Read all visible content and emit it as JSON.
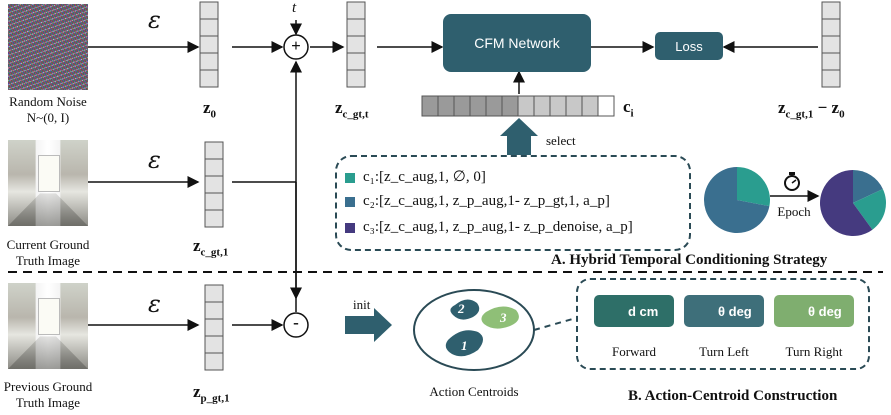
{
  "inputs": {
    "noise_caption_1": "Random Noise",
    "noise_caption_2": "N~(0, I)",
    "current_caption_1": "Current Ground",
    "current_caption_2": "Truth Image",
    "previous_caption_1": "Previous Ground",
    "previous_caption_2": "Truth Image"
  },
  "symbols": {
    "encoder": "ε",
    "z0_main": "z",
    "z0_sub": "0",
    "zcgt_main": "z",
    "zcgt_sub": "c_gt,1",
    "zpgt_main": "z",
    "zpgt_sub": "p_gt,1",
    "zt_main": "z",
    "zt_sub": "c_gt,t",
    "target_main": "z",
    "target_sub": "c_gt,1",
    "target_tail": " − z",
    "target_tail_sub": "0",
    "t_label": "t",
    "plus": "+",
    "minus": "-",
    "ci_main": "c",
    "ci_sub": "i",
    "select_label": "select",
    "init_label": "init"
  },
  "network": {
    "cfm_label": "CFM Network",
    "loss_label": "Loss"
  },
  "conditions": [
    {
      "label": "c₁:[z_c_aug,1, ∅, 0]",
      "color": "#2a9d8f"
    },
    {
      "label": "c₂:[z_c_aug,1, z_p_aug,1- z_p_gt,1, a_p]",
      "color": "#3a6f8f"
    },
    {
      "label": "c₃:[z_c_aug,1, z_p_aug,1- z_p_denoise, a_p]",
      "color": "#453a7f"
    }
  ],
  "epoch_label": "Epoch",
  "section_titles": {
    "a": "A. Hybrid Temporal Conditioning Strategy",
    "b": "B. Action-Centroid Construction"
  },
  "centroids": {
    "caption": "Action Centroids",
    "labels": [
      "2",
      "3",
      "1"
    ]
  },
  "actions": [
    {
      "label": "Forward",
      "icon_text": "d cm",
      "color": "#2e6f68"
    },
    {
      "label": "Turn Left",
      "icon_text": "θ deg",
      "color": "#3e6f7a"
    },
    {
      "label": "Turn Right",
      "icon_text": "θ deg",
      "color": "#7fae6f"
    }
  ],
  "colors": {
    "teal": "#2a9d8f",
    "blue": "#3a6f8f",
    "purple": "#453a7f",
    "network": "#2f5f6e",
    "centroid_green": "#8fbf77"
  }
}
